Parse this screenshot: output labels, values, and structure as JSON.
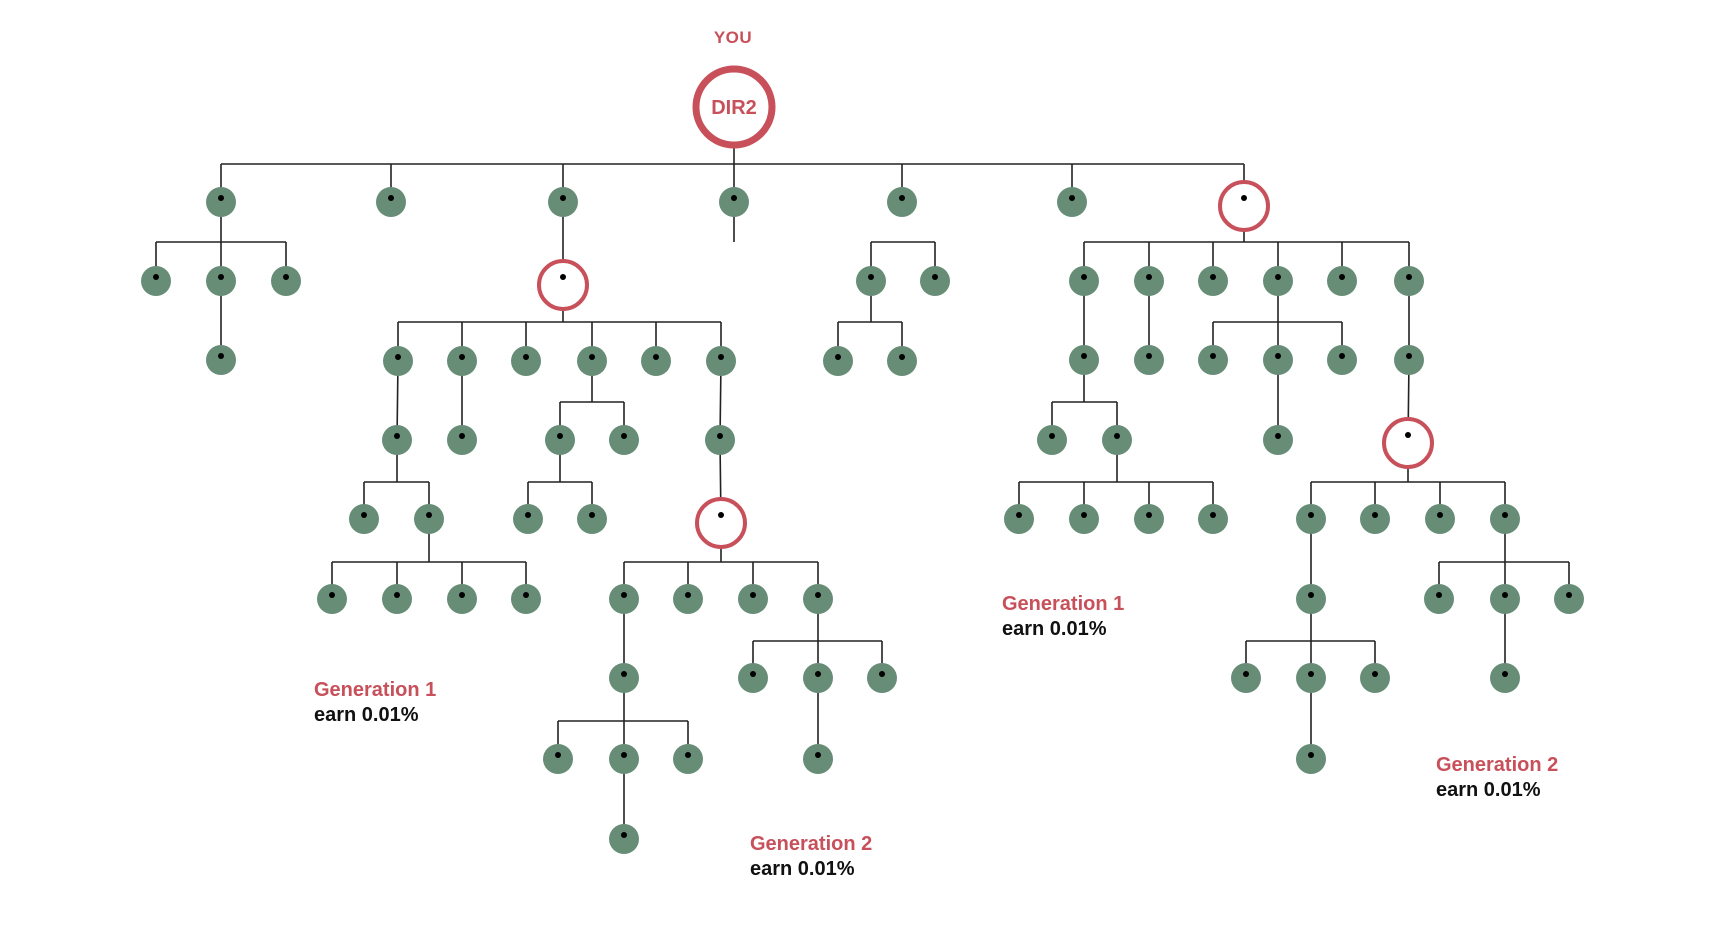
{
  "root": {
    "caption": "YOU",
    "label": "DIR2"
  },
  "colors": {
    "accent": "#c8505a",
    "node": "#678d77",
    "line": "#222222"
  },
  "labels": [
    {
      "generation": "Generation 1",
      "earn": "earn 0.01%"
    },
    {
      "generation": "Generation 2",
      "earn": "earn 0.01%"
    },
    {
      "generation": "Generation 1",
      "earn": "earn 0.01%"
    },
    {
      "generation": "Generation 2",
      "earn": "earn 0.01%"
    }
  ]
}
